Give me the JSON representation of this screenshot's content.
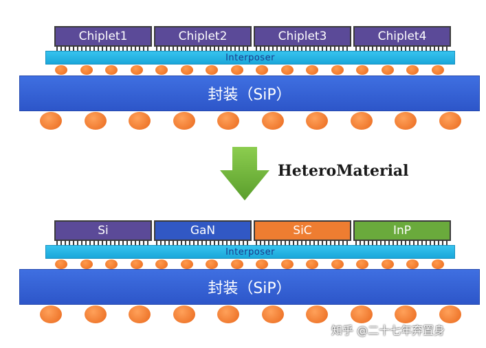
{
  "top_chiplets": [
    {
      "label": "Chiplet1",
      "color": "#5b4a98"
    },
    {
      "label": "Chiplet2",
      "color": "#5b4a98"
    },
    {
      "label": "Chiplet3",
      "color": "#5b4a98"
    },
    {
      "label": "Chiplet4",
      "color": "#5b4a98"
    }
  ],
  "bottom_chiplets": [
    {
      "label": "Si",
      "color": "#5b4a98"
    },
    {
      "label": "GaN",
      "color": "#3158c4"
    },
    {
      "label": "SiC",
      "color": "#ee7d31"
    },
    {
      "label": "InP",
      "color": "#6aaa3c"
    }
  ],
  "interposer_label": "Interposer",
  "package_label": "封装（SiP）",
  "transition_label": "HeteroMaterial",
  "arrow_color": "#6fb33a",
  "watermark": "知乎 @二十七年弃置身"
}
